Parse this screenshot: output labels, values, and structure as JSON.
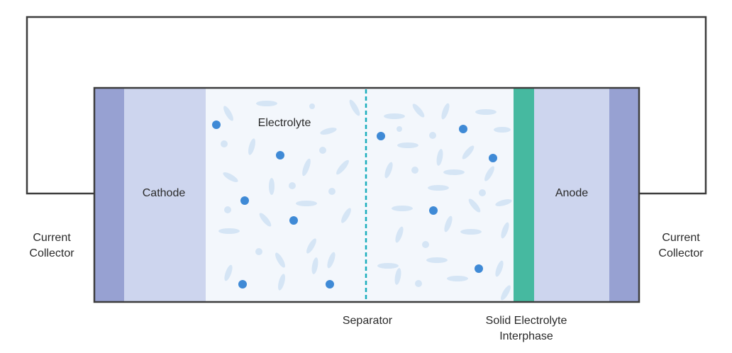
{
  "labels": {
    "cathode": "Cathode",
    "anode": "Anode",
    "electrolyte": "Electrolyte",
    "separator": "Separator",
    "sei_line1": "Solid Electrolyte",
    "sei_line2": "Interphase",
    "cc_left_line1": "Current",
    "cc_left_line2": "Collector",
    "cc_right_line1": "Current",
    "cc_right_line2": "Collector"
  },
  "colors": {
    "outline": "#3d3d3d",
    "current_collector": "#97a1d2",
    "electrode": "#cdd5ee",
    "electrolyte": "#f3f7fc",
    "separator": "#1aaebc",
    "sei": "#46b9a0",
    "ion": "#3f8ad6",
    "particle": "#d5e5f5"
  }
}
